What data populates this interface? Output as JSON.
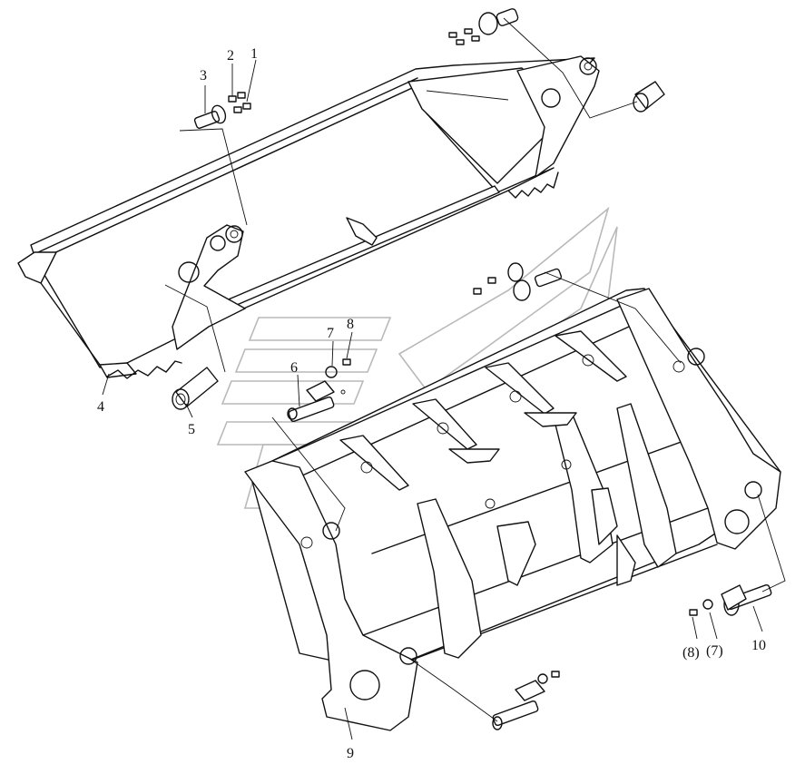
{
  "diagram": {
    "callouts": [
      {
        "id": "c1",
        "text": "1"
      },
      {
        "id": "c2",
        "text": "2"
      },
      {
        "id": "c3",
        "text": "3"
      },
      {
        "id": "c4",
        "text": "4"
      },
      {
        "id": "c5",
        "text": "5"
      },
      {
        "id": "c6",
        "text": "6"
      },
      {
        "id": "c7",
        "text": "7"
      },
      {
        "id": "c8",
        "text": "8"
      },
      {
        "id": "c9",
        "text": "9"
      },
      {
        "id": "c10",
        "text": "10"
      },
      {
        "id": "c8b",
        "text": "(8)"
      },
      {
        "id": "c7b",
        "text": "(7)"
      }
    ],
    "watermark": "logo-watermark"
  }
}
